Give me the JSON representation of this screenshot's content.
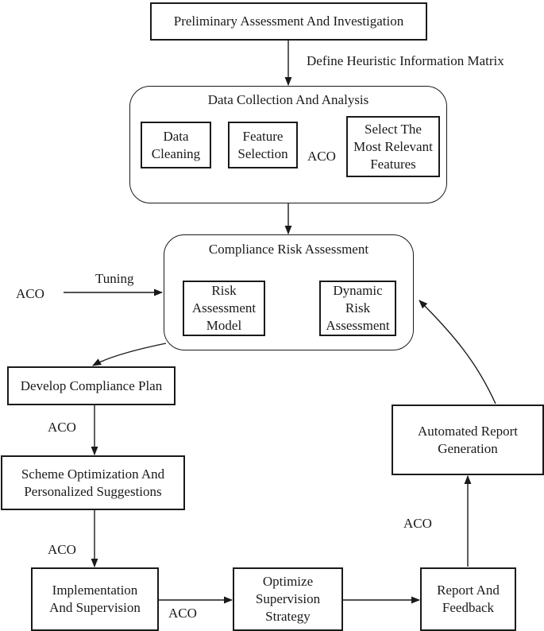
{
  "nodes": {
    "prelim": "Preliminary Assessment And Investigation",
    "data_collection_group": "Data Collection And Analysis",
    "data_cleaning": "Data\nCleaning",
    "feature_selection": "Feature\nSelection",
    "select_relevant": "Select The\nMost Relevant\nFeatures",
    "risk_group": "Compliance Risk Assessment",
    "risk_model": "Risk\nAssessment\nModel",
    "dynamic_risk": "Dynamic\nRisk\nAssessment",
    "develop_plan": "Develop Compliance Plan",
    "scheme_opt": "Scheme Optimization And\nPersonalized Suggestions",
    "implementation": "Implementation\nAnd Supervision",
    "optimize_strategy": "Optimize\nSupervision\nStrategy",
    "report_feedback": "Report And\nFeedback",
    "automated_report": "Automated Report\nGeneration"
  },
  "edge_labels": {
    "heuristic": "Define Heuristic Information Matrix",
    "aco_features": "ACO",
    "aco_external": "ACO",
    "tuning": "Tuning",
    "aco_plan": "ACO",
    "aco_scheme": "ACO",
    "aco_impl": "ACO",
    "aco_report": "ACO"
  }
}
